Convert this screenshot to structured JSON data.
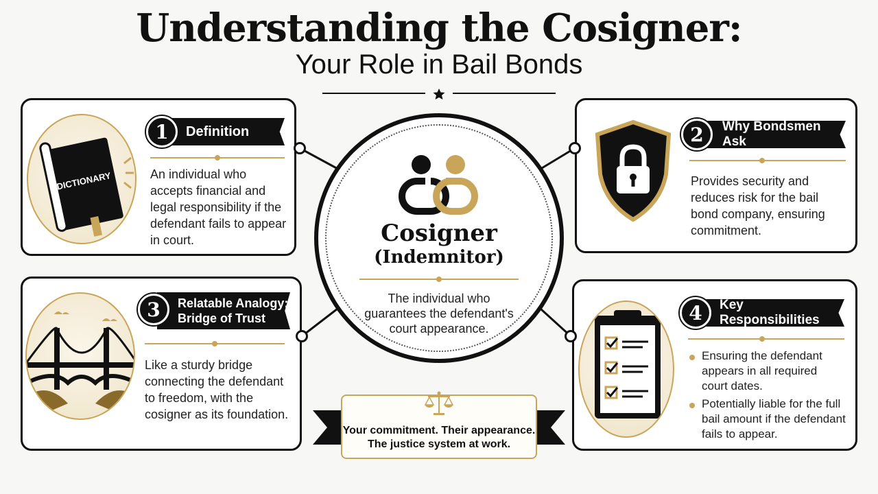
{
  "header": {
    "title": "Understanding the Cosigner:",
    "subtitle": "Your Role in Bail Bonds"
  },
  "center": {
    "title": "Cosigner",
    "subtitle": "(Indemnitor)",
    "description": "The individual who guarantees the defendant's court appearance."
  },
  "cards": [
    {
      "number": "1",
      "heading": "Definition",
      "icon": "dictionary-book-icon",
      "icon_label": "DICTIONARY",
      "text": "An individual who accepts financial and legal responsibility if the defendant fails to appear in court."
    },
    {
      "number": "2",
      "heading": "Why Bondsmen Ask",
      "icon": "shield-lock-icon",
      "text": "Provides security and reduces risk for the bail bond company, ensuring commitment."
    },
    {
      "number": "3",
      "heading_line1": "Relatable Analogy:",
      "heading_line2": "Bridge of Trust",
      "icon": "bridge-icon",
      "text": "Like a sturdy bridge connecting the defendant to freedom, with the cosigner as its foundation."
    },
    {
      "number": "4",
      "heading": "Key Responsibilities",
      "icon": "clipboard-checklist-icon",
      "bullets": [
        "Ensuring the defendant appears in all required court dates.",
        "Potentially liable for the full bail amount if the defendant fails to appear."
      ]
    }
  ],
  "footer": {
    "icon": "scales-of-justice-icon",
    "line1": "Your commitment. Their appearance.",
    "line2": "The justice system at work."
  },
  "colors": {
    "accent_gold": "#c9a55a",
    "dark": "#111111",
    "card_bg": "#ffffff",
    "page_bg": "#f7f7f5"
  }
}
